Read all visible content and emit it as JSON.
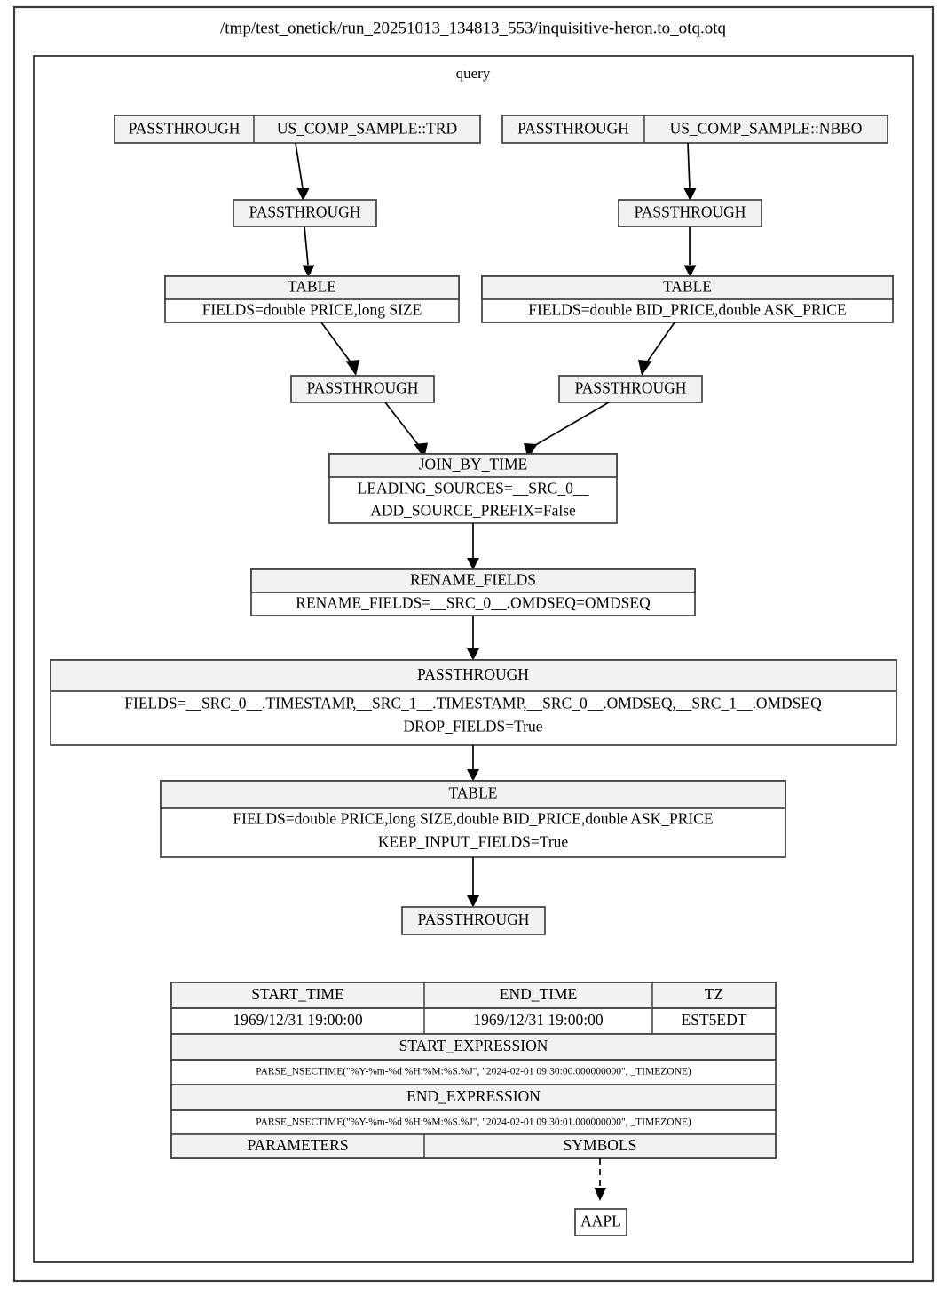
{
  "title": "/tmp/test_onetick/run_20251013_134813_553/inquisitive-heron.to_otq.otq",
  "cluster": {
    "label": "query"
  },
  "colors": {
    "node_fill": "#f2f2f2",
    "node_stroke": "#3f3f3f",
    "frame_stroke": "#3b3b3b",
    "edge": "#000000",
    "background": "#ffffff"
  },
  "nodes": {
    "src_trd": {
      "left_label": "PASSTHROUGH",
      "right_label": "US_COMP_SAMPLE::TRD"
    },
    "src_nbbo": {
      "left_label": "PASSTHROUGH",
      "right_label": "US_COMP_SAMPLE::NBBO"
    },
    "pass_trd_1": {
      "label": "PASSTHROUGH"
    },
    "pass_nbbo_1": {
      "label": "PASSTHROUGH"
    },
    "table_trd": {
      "header": "TABLE",
      "body": [
        "FIELDS=double PRICE,long SIZE"
      ]
    },
    "table_nbbo": {
      "header": "TABLE",
      "body": [
        "FIELDS=double BID_PRICE,double ASK_PRICE"
      ]
    },
    "pass_trd_2": {
      "label": "PASSTHROUGH"
    },
    "pass_nbbo_2": {
      "label": "PASSTHROUGH"
    },
    "join_by_time": {
      "header": "JOIN_BY_TIME",
      "body": [
        "LEADING_SOURCES=__SRC_0__",
        "ADD_SOURCE_PREFIX=False"
      ]
    },
    "rename_fields": {
      "header": "RENAME_FIELDS",
      "body": [
        "RENAME_FIELDS=__SRC_0__.OMDSEQ=OMDSEQ"
      ]
    },
    "passthrough_drop": {
      "header": "PASSTHROUGH",
      "body": [
        "FIELDS=__SRC_0__.TIMESTAMP,__SRC_1__.TIMESTAMP,__SRC_0__.OMDSEQ,__SRC_1__.OMDSEQ",
        "DROP_FIELDS=True"
      ]
    },
    "table_final": {
      "header": "TABLE",
      "body": [
        "FIELDS=double PRICE,long SIZE,double BID_PRICE,double ASK_PRICE",
        "KEEP_INPUT_FIELDS=True"
      ]
    },
    "pass_final": {
      "label": "PASSTHROUGH"
    },
    "symbol": {
      "label": "AAPL"
    }
  },
  "params_table": {
    "headers": [
      "START_TIME",
      "END_TIME",
      "TZ"
    ],
    "values": [
      "1969/12/31 19:00:00",
      "1969/12/31 19:00:00",
      "EST5EDT"
    ],
    "start_expression_label": "START_EXPRESSION",
    "start_expression_value": "PARSE_NSECTIME(\"%Y-%m-%d %H:%M:%S.%J\", \"2024-02-01 09:30:00.000000000\", _TIMEZONE)",
    "end_expression_label": "END_EXPRESSION",
    "end_expression_value": "PARSE_NSECTIME(\"%Y-%m-%d %H:%M:%S.%J\", \"2024-02-01 09:30:01.000000000\", _TIMEZONE)",
    "parameters_label": "PARAMETERS",
    "symbols_label": "SYMBOLS"
  }
}
